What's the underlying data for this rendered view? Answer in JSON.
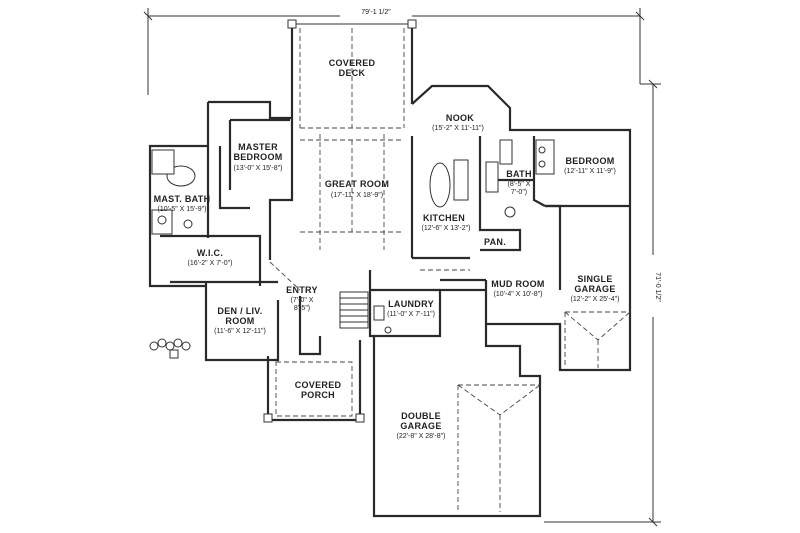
{
  "dimensions": {
    "overall_width": "79'-1 1/2\"",
    "overall_depth": "71'-0 1/2\""
  },
  "rooms": [
    {
      "id": "covered-deck",
      "name_lines": [
        "COVERED",
        "DECK"
      ],
      "size": ""
    },
    {
      "id": "nook",
      "name_lines": [
        "NOOK"
      ],
      "size": "(15'-2\" X 11'-11\")"
    },
    {
      "id": "master-bedroom",
      "name_lines": [
        "MASTER",
        "BEDROOM"
      ],
      "size": "(13'-0\" X 15'-8\")"
    },
    {
      "id": "great-room",
      "name_lines": [
        "GREAT ROOM"
      ],
      "size": "(17'-11\" X 18'-9\")"
    },
    {
      "id": "bedroom",
      "name_lines": [
        "BEDROOM"
      ],
      "size": "(12'-11\" X 11'-9\")"
    },
    {
      "id": "bath",
      "name_lines": [
        "BATH"
      ],
      "size": "(8'-5\" X",
      "size2": "7'-0\")"
    },
    {
      "id": "mast-bath",
      "name_lines": [
        "MAST. BATH"
      ],
      "size": "(10'-5\" X 15'-9\")"
    },
    {
      "id": "kitchen",
      "name_lines": [
        "KITCHEN"
      ],
      "size": "(12'-6\" X 13'-2\")"
    },
    {
      "id": "pantry",
      "name_lines": [
        "PAN."
      ],
      "size": ""
    },
    {
      "id": "wic",
      "name_lines": [
        "W.I.C."
      ],
      "size": "(16'-2\" X 7'-0\")"
    },
    {
      "id": "entry",
      "name_lines": [
        "ENTRY"
      ],
      "size": "(7'-0\" X",
      "size2": "8'-5\")"
    },
    {
      "id": "laundry",
      "name_lines": [
        "LAUNDRY"
      ],
      "size": "(11'-0\" X 7'-11\")"
    },
    {
      "id": "mud-room",
      "name_lines": [
        "MUD ROOM"
      ],
      "size": "(10'-4\" X 10'-8\")"
    },
    {
      "id": "single-garage",
      "name_lines": [
        "SINGLE",
        "GARAGE"
      ],
      "size": "(12'-2\" X 25'-4\")"
    },
    {
      "id": "den-liv-room",
      "name_lines": [
        "DEN / LIV.",
        "ROOM"
      ],
      "size": "(11'-6\" X 12'-11\")"
    },
    {
      "id": "covered-porch",
      "name_lines": [
        "COVERED",
        "PORCH"
      ],
      "size": ""
    },
    {
      "id": "double-garage",
      "name_lines": [
        "DOUBLE",
        "GARAGE"
      ],
      "size": "(22'-8\" X 28'-8\")"
    }
  ]
}
